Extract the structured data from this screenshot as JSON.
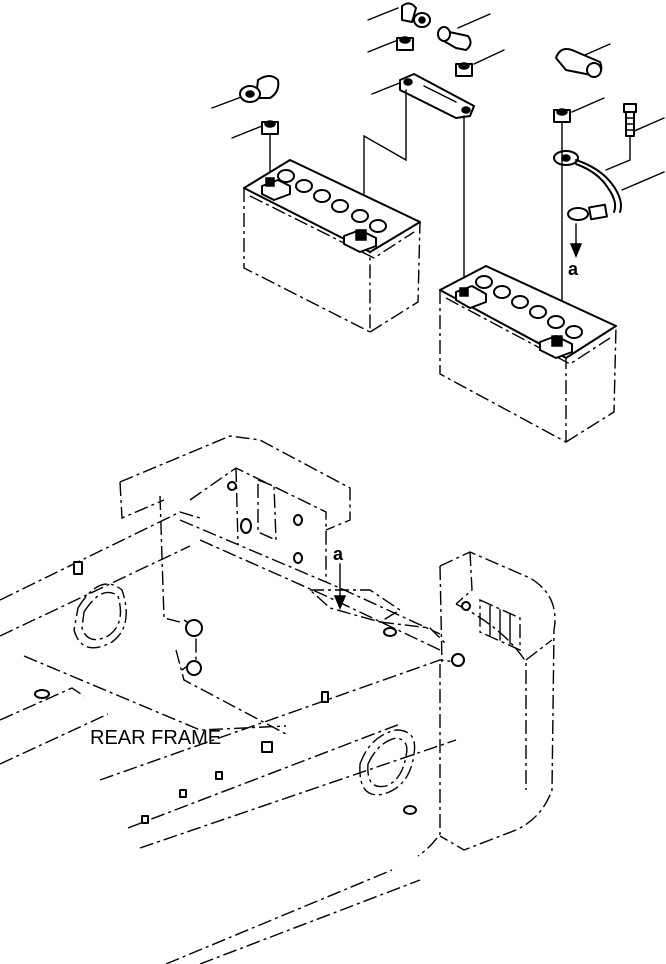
{
  "labels": {
    "rear_frame": "REAR FRAME",
    "view_ref_upper": "a",
    "view_ref_lower": "a"
  }
}
